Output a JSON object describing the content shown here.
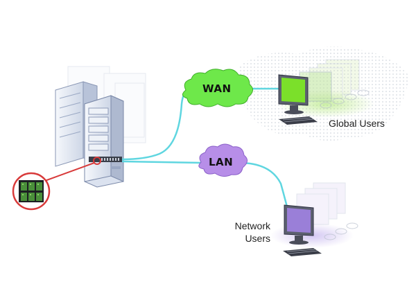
{
  "clouds": {
    "wan": {
      "label": "WAN",
      "color": "#6ee84a"
    },
    "lan": {
      "label": "LAN",
      "color": "#b78ee8"
    }
  },
  "groups": {
    "global_users": {
      "label": "Global Users",
      "screen_color": "#7be02a"
    },
    "network_users": {
      "label_line1": "Network",
      "label_line2": "Users",
      "screen_color": "#9a7fd8"
    }
  },
  "colors": {
    "link": "#5fd6e0",
    "highlight": "#d83a3a",
    "server_body": "#e8eef7",
    "server_line": "#9aa8c4"
  }
}
